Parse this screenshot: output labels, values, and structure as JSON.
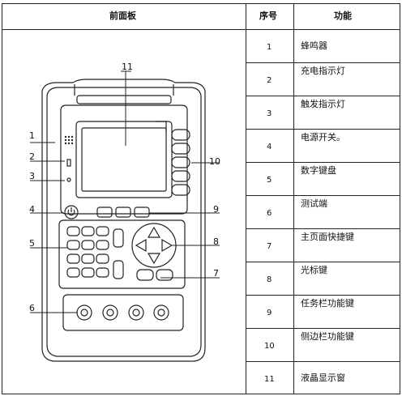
{
  "header": {
    "panel": "前面板",
    "index": "序号",
    "function": "功能"
  },
  "rows": [
    {
      "no": "1",
      "name": "蜂鸣器"
    },
    {
      "no": "2",
      "name": "充电指示灯"
    },
    {
      "no": "3",
      "name": "触发指示灯"
    },
    {
      "no": "4",
      "name": "电源开关。"
    },
    {
      "no": "5",
      "name": "数字键盘"
    },
    {
      "no": "6",
      "name": "测试端"
    },
    {
      "no": "7",
      "name": "主页面快捷键"
    },
    {
      "no": "8",
      "name": "光标键"
    },
    {
      "no": "9",
      "name": "任务栏功能键"
    },
    {
      "no": "10",
      "name": "侧边栏功能键"
    },
    {
      "no": "11",
      "name": "液晶显示窗"
    }
  ],
  "callouts": [
    "1",
    "2",
    "3",
    "4",
    "5",
    "6",
    "7",
    "8",
    "9",
    "10",
    "11"
  ]
}
